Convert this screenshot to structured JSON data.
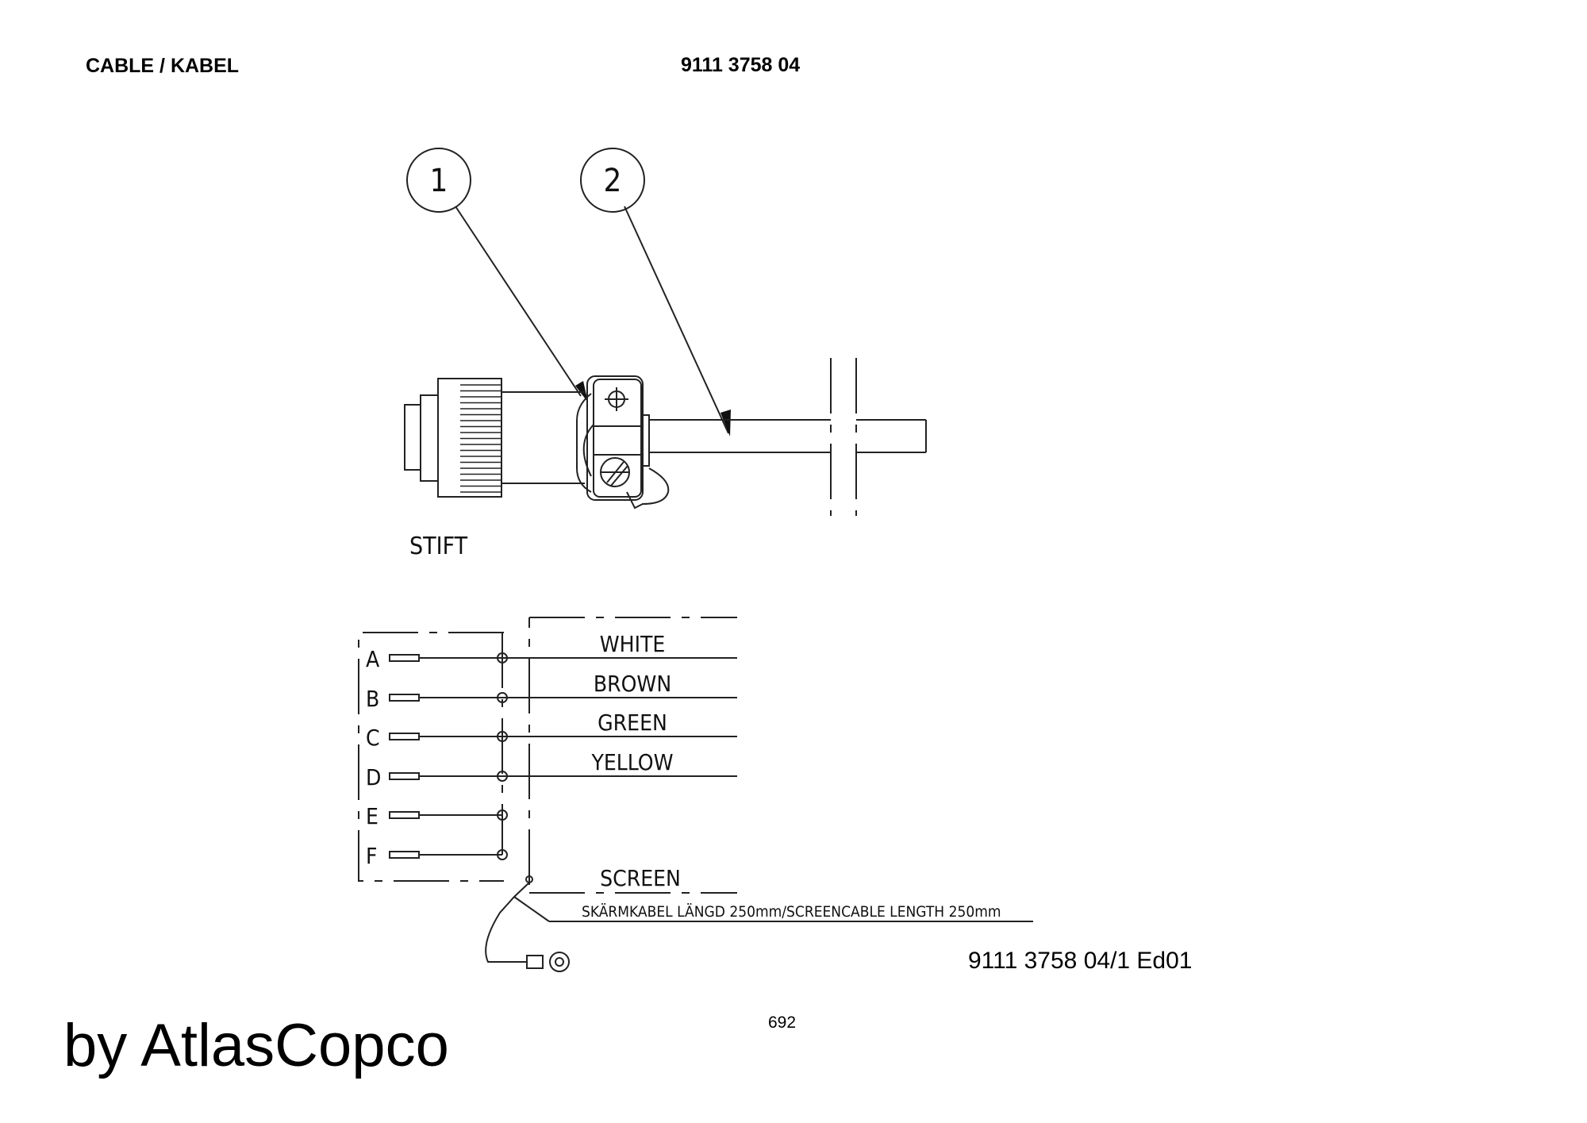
{
  "header": {
    "title": "CABLE / KABEL",
    "part_number": "9111 3758 04"
  },
  "drawing": {
    "callouts": [
      "1",
      "2"
    ],
    "connector_label": "STIFT",
    "pins": [
      "A",
      "B",
      "C",
      "D",
      "E",
      "F"
    ],
    "wires": [
      "WHITE",
      "BROWN",
      "GREEN",
      "YELLOW"
    ],
    "screen_label": "SCREEN",
    "screen_note": "SKÄRMKABEL LÄNGD 250mm/SCREENCABLE LENGTH 250mm",
    "drawing_number": "9111 3758 04/1  Ed01"
  },
  "footer": {
    "page_number": "692",
    "brand": "by AtlasCopco"
  }
}
